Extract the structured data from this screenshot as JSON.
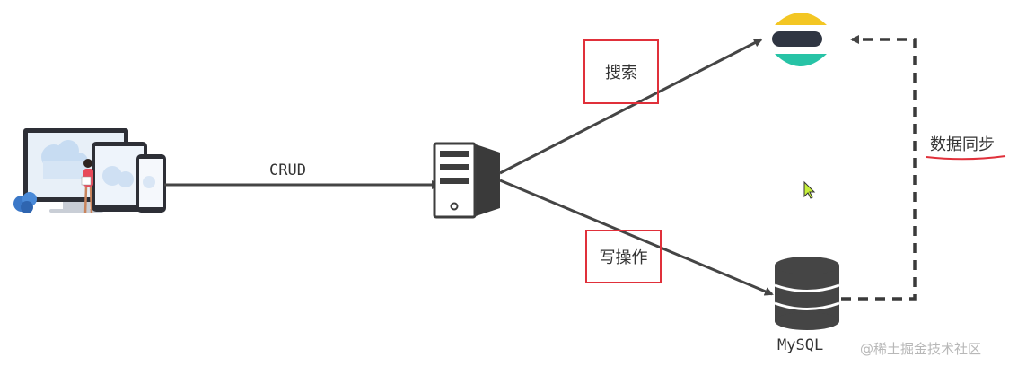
{
  "labels": {
    "crud": "CRUD",
    "search": "搜索",
    "write_op": "写操作",
    "data_sync": "数据同步",
    "mysql": "MySQL",
    "watermark": "@稀土掘金技术社区"
  },
  "colors": {
    "arrow": "#454545",
    "highlight_box": "#e0303a",
    "es_yellow": "#f3c623",
    "es_dark": "#2f3542",
    "es_teal": "#27c3a6",
    "db": "#454545",
    "server": "#3d3d3d",
    "cursor": "#c6f03a"
  },
  "icons": {
    "clients": "devices-icon",
    "server": "server-icon",
    "elasticsearch": "elasticsearch-icon",
    "mysql": "database-icon",
    "cursor": "mouse-cursor-icon"
  }
}
